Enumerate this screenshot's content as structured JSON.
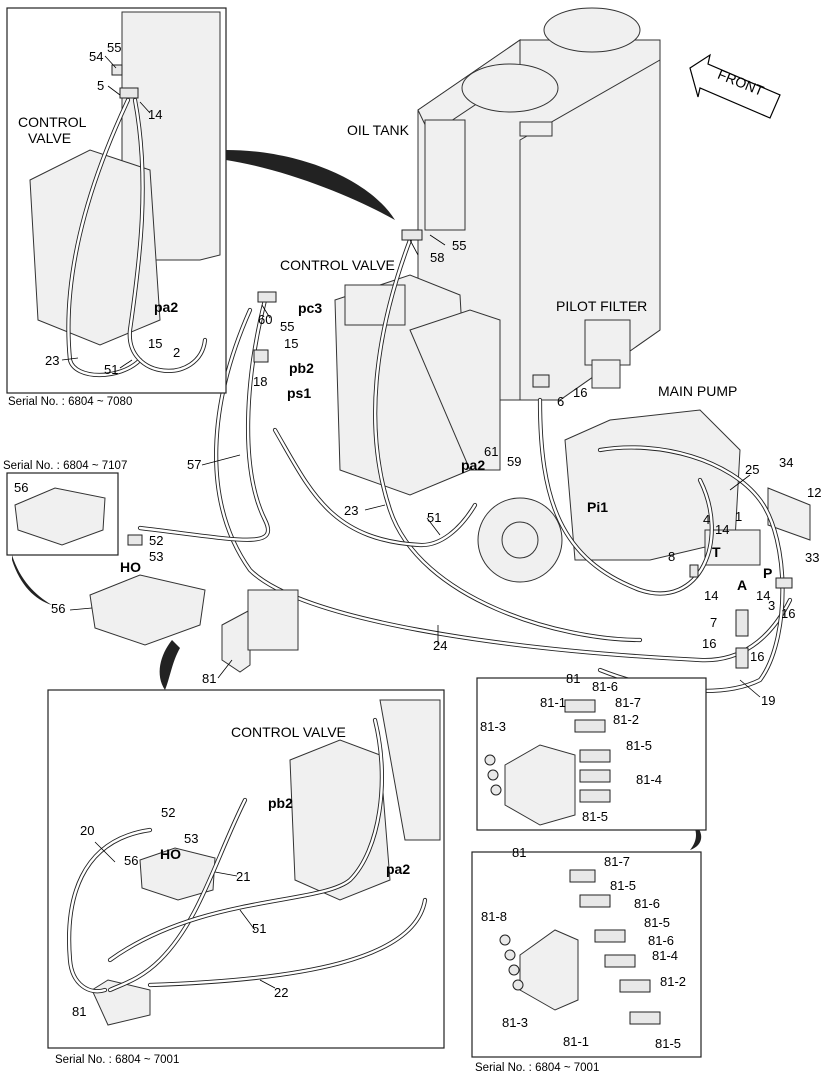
{
  "titles": {
    "oil_tank": "OIL TANK",
    "control_valve_main": "CONTROL VALVE",
    "control_valve_inset1_l1": "CONTROL",
    "control_valve_inset1_l2": "VALVE",
    "control_valve_inset3": "CONTROL VALVE",
    "pilot_filter": "PILOT FILTER",
    "main_pump": "MAIN PUMP",
    "front": "FRONT"
  },
  "serials": {
    "inset1": "Serial No. : 6804 ~ 7080",
    "inset2": "Serial No. : 6804 ~ 7107",
    "inset3": "Serial No. : 6804 ~ 7001",
    "inset5": "Serial No. : 6804 ~ 7001"
  },
  "port_labels": {
    "pa2_inset1": "pa2",
    "pc3": "pc3",
    "pb2_main": "pb2",
    "ps1": "ps1",
    "pa2_main": "pa2",
    "pi1": "Pi1",
    "T": "T",
    "A": "A",
    "P": "P",
    "HO_main": "HO",
    "HO_inset3": "HO",
    "pb2_inset3": "pb2",
    "pa2_inset3": "pa2"
  },
  "part_labels": {
    "i1_54": "54",
    "i1_55": "55",
    "i1_5": "5",
    "i1_14": "14",
    "i1_15": "15",
    "i1_2": "2",
    "i1_23": "23",
    "i1_51": "51",
    "m_55a": "55",
    "m_58": "58",
    "m_60": "60",
    "m_55b": "55",
    "m_15": "15",
    "m_18": "18",
    "m_57": "57",
    "m_23": "23",
    "m_51": "51",
    "m_61": "61",
    "m_59": "59",
    "m_6": "6",
    "m_16a": "16",
    "m_25": "25",
    "m_34": "34",
    "m_12": "12",
    "m_33": "33",
    "m_1": "1",
    "m_4": "4",
    "m_14a": "14",
    "m_8": "8",
    "m_14b": "14",
    "m_3": "3",
    "m_16b": "16",
    "m_14c": "14",
    "m_7": "7",
    "m_16c": "16",
    "m_16d": "16",
    "m_24": "24",
    "m_19": "19",
    "m_52": "52",
    "m_53": "53",
    "m_56a": "56",
    "m_56b": "56",
    "m_81": "81",
    "i3_52": "52",
    "i3_53": "53",
    "i3_20": "20",
    "i3_56": "56",
    "i3_21": "21",
    "i3_51": "51",
    "i3_22": "22",
    "i3_81": "81",
    "i4_81": "81",
    "i4_81_1": "81-1",
    "i4_81_6": "81-6",
    "i4_81_7": "81-7",
    "i4_81_2": "81-2",
    "i4_81_3": "81-3",
    "i4_81_5a": "81-5",
    "i4_81_4": "81-4",
    "i4_81_5b": "81-5",
    "i5_81": "81",
    "i5_81_7": "81-7",
    "i5_81_5a": "81-5",
    "i5_81_6a": "81-6",
    "i5_81_8": "81-8",
    "i5_81_5b": "81-5",
    "i5_81_6b": "81-6",
    "i5_81_4": "81-4",
    "i5_81_2": "81-2",
    "i5_81_3": "81-3",
    "i5_81_1": "81-1",
    "i5_81_5c": "81-5"
  }
}
